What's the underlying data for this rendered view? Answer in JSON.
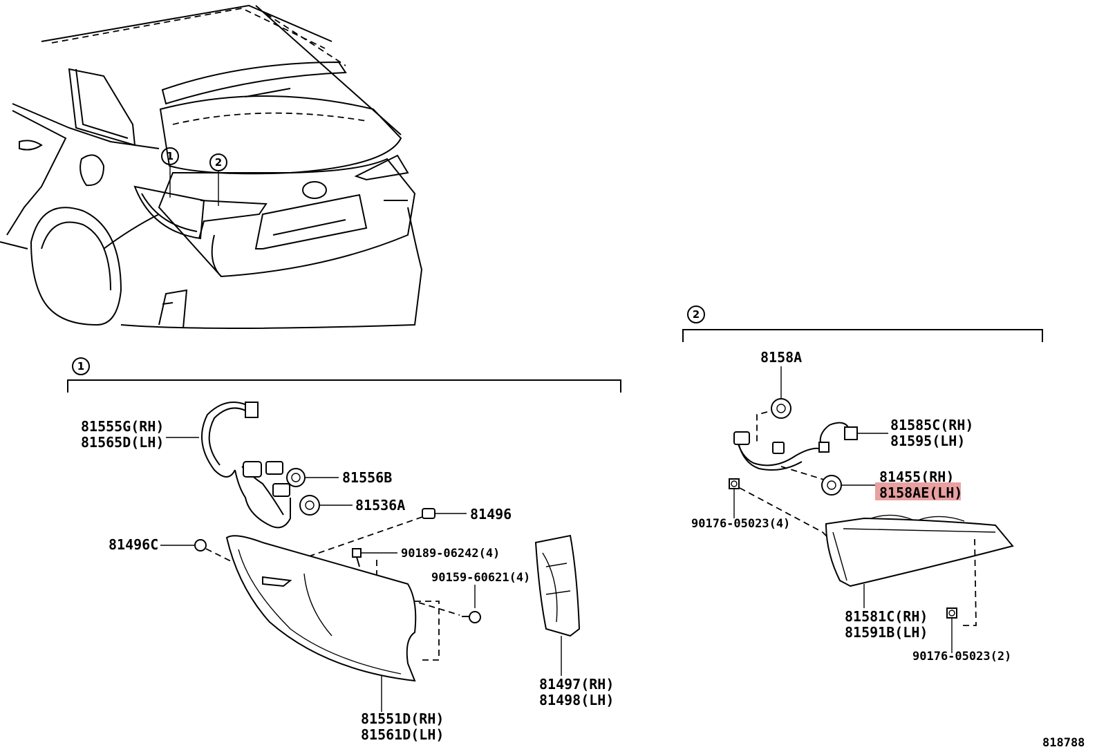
{
  "diagram_id": "818788",
  "callouts": {
    "one": "1",
    "two": "2"
  },
  "section1": {
    "harness": [
      "81555G(RH)",
      "81565D(LH)"
    ],
    "socket_b": "81556B",
    "socket_a": "81536A",
    "clip_top": "81496",
    "nut_left": "81496C",
    "screw_top": "90189-06242(4)",
    "screw_mid": "90159-60621(4)",
    "lens": [
      "81551D(RH)",
      "81561D(LH)"
    ],
    "gasket": [
      "81497(RH)",
      "81498(LH)"
    ]
  },
  "section2": {
    "socket_top": "8158A",
    "harness": [
      "81585C(RH)",
      "81595(LH)"
    ],
    "bulb_socket": [
      "81455(RH)",
      "8158AE(LH)"
    ],
    "nut_left": "90176-05023(4)",
    "lamp": [
      "81581C(RH)",
      "81591B(LH)"
    ],
    "nut_bottom": "90176-05023(2)"
  },
  "colors": {
    "highlight": "#e8a0a0",
    "ink": "#000000"
  }
}
